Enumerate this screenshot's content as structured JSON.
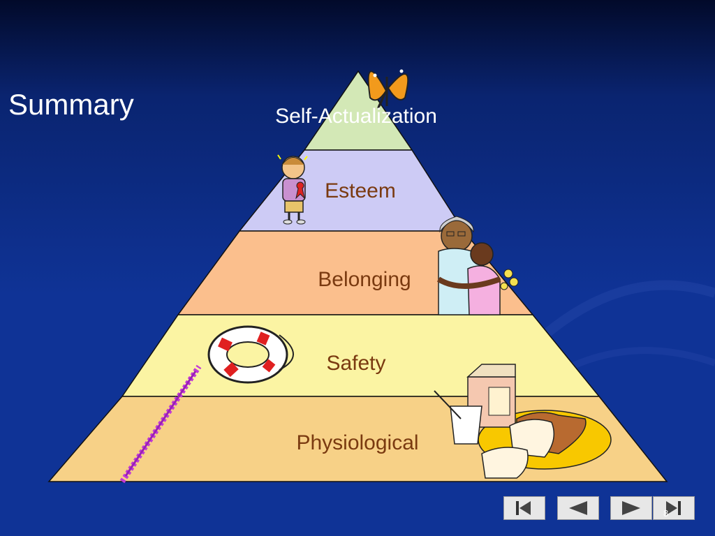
{
  "slide": {
    "title": "Summary",
    "page_number": "8"
  },
  "pyramid": {
    "levels": [
      {
        "label": "Self-Actualization",
        "color": "#d3e8b6",
        "text_color": "#ffffff"
      },
      {
        "label": "Esteem",
        "color": "#cdcbf5",
        "text_color": "#7a3a10"
      },
      {
        "label": "Belonging",
        "color": "#fbbf8d",
        "text_color": "#7a3a10"
      },
      {
        "label": "Safety",
        "color": "#fbf4a3",
        "text_color": "#7a3a10"
      },
      {
        "label": "Physiological",
        "color": "#f7d187",
        "text_color": "#7a3a10"
      }
    ]
  },
  "clipart": [
    "butterfly",
    "girl-with-ribbon",
    "grandmother-hugging-child",
    "life-ring",
    "milk-and-bread",
    "lavender-sprig"
  ],
  "nav": [
    "first-slide",
    "previous-slide",
    "next-slide",
    "last-slide"
  ],
  "colors": {
    "background": "#0f3396",
    "band_border": "#000000"
  }
}
